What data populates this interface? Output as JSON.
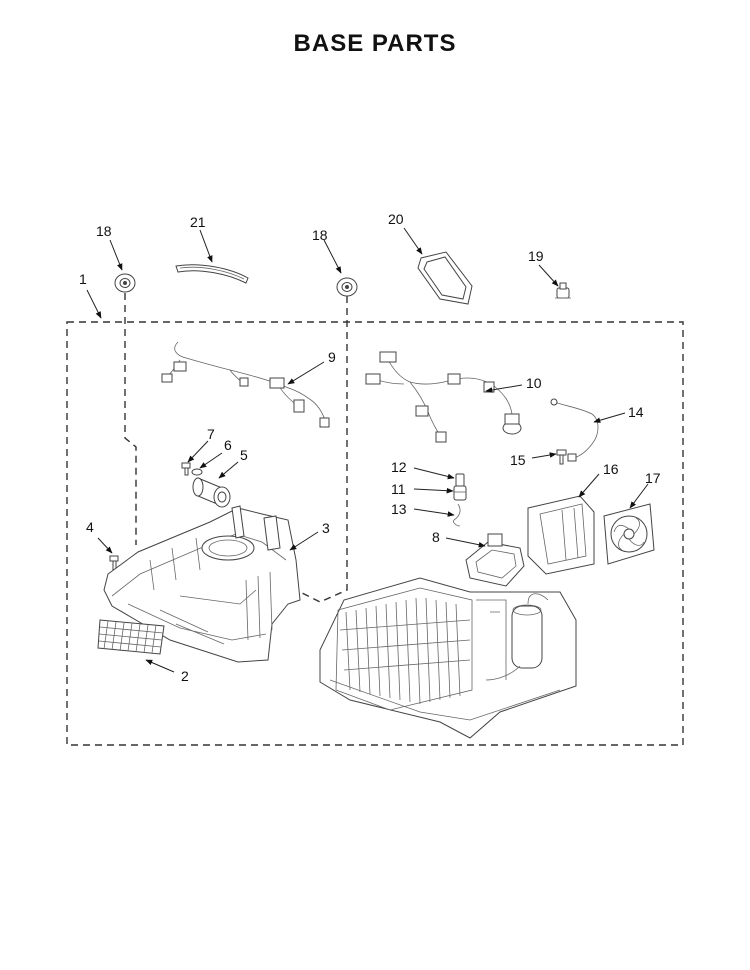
{
  "title": "BASE PARTS",
  "callouts": {
    "c1": "1",
    "c2": "2",
    "c3": "3",
    "c4": "4",
    "c5": "5",
    "c6": "6",
    "c7": "7",
    "c8": "8",
    "c9": "9",
    "c10": "10",
    "c11": "11",
    "c12": "12",
    "c13": "13",
    "c14": "14",
    "c15": "15",
    "c16": "16",
    "c17": "17",
    "c18a": "18",
    "c18b": "18",
    "c19": "19",
    "c20": "20",
    "c21": "21"
  }
}
